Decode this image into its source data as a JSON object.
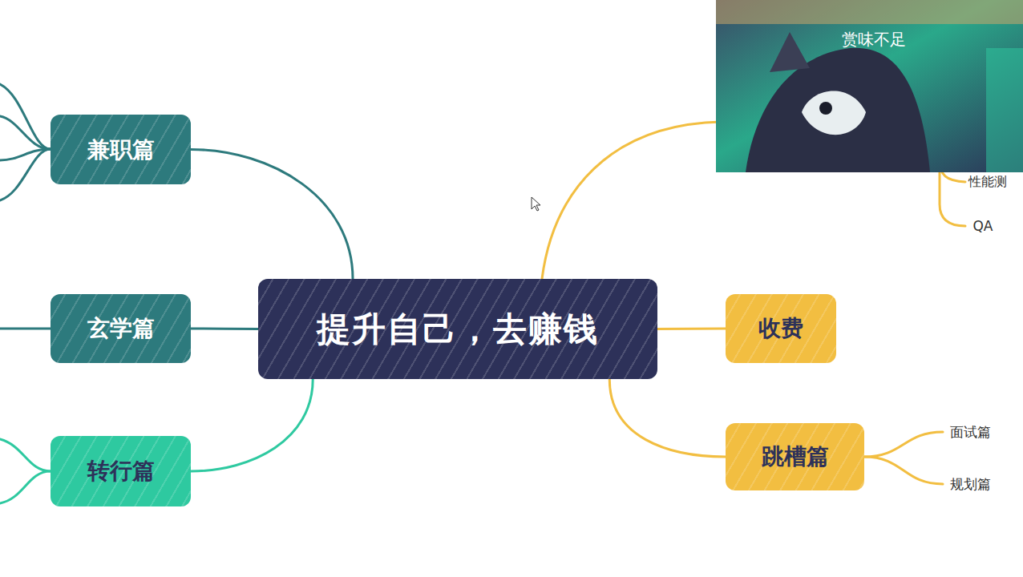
{
  "diagram": {
    "nodes": [
      {
        "text": [
          "提升自己，去赚钱"
        ]
      },
      {
        "text": [
          "兼职篇"
        ]
      },
      {
        "text": [
          "玄学篇"
        ]
      },
      {
        "text": [
          "转行篇"
        ]
      },
      {
        "text": [
          "性能测"
        ]
      },
      {
        "text": [
          "QA"
        ]
      },
      {
        "text": [
          "收费"
        ]
      },
      {
        "text": [
          "跳槽篇"
        ]
      },
      {
        "text": [
          "面试篇"
        ]
      },
      {
        "text": [
          "规划篇"
        ]
      }
    ],
    "edges": [
      {
        "from": 0,
        "to": 1,
        "arrow": "none"
      },
      {
        "from": 0,
        "to": 2,
        "arrow": "none"
      },
      {
        "from": 0,
        "to": 3,
        "arrow": "none"
      },
      {
        "from": 0,
        "to": 6,
        "arrow": "none"
      },
      {
        "from": 0,
        "to": 7,
        "arrow": "none"
      },
      {
        "from": 7,
        "to": 8,
        "arrow": "none"
      },
      {
        "from": 7,
        "to": 9,
        "arrow": "none"
      }
    ],
    "labels": [
      "赏味不足"
    ]
  }
}
